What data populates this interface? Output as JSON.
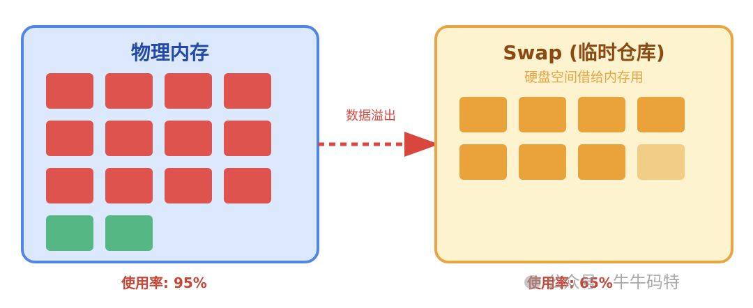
{
  "ram": {
    "title": "物理内存",
    "usage_label": "使用率: 95%",
    "usage_fraction": 0.95,
    "blocks": [
      "used",
      "used",
      "used",
      "used",
      "used",
      "used",
      "used",
      "used",
      "used",
      "used",
      "used",
      "used",
      "free",
      "free"
    ],
    "colors": {
      "used": "#df534f",
      "free": "#55b784",
      "border": "#4f86e8"
    }
  },
  "arrow": {
    "label": "数据溢出",
    "color": "#d9463e"
  },
  "swap": {
    "title": "Swap (临时仓库)",
    "subtitle": "硬盘空间借给内存用",
    "usage_label": "使用率: 65%",
    "usage_fraction": 0.65,
    "blocks": [
      "used",
      "used",
      "used",
      "used",
      "used",
      "used",
      "used",
      "free"
    ],
    "colors": {
      "used": "#eaa33b",
      "free": "#f2cd88",
      "border": "#e9a443"
    }
  },
  "watermark": {
    "text": "公众号 · 牛牛码特"
  }
}
